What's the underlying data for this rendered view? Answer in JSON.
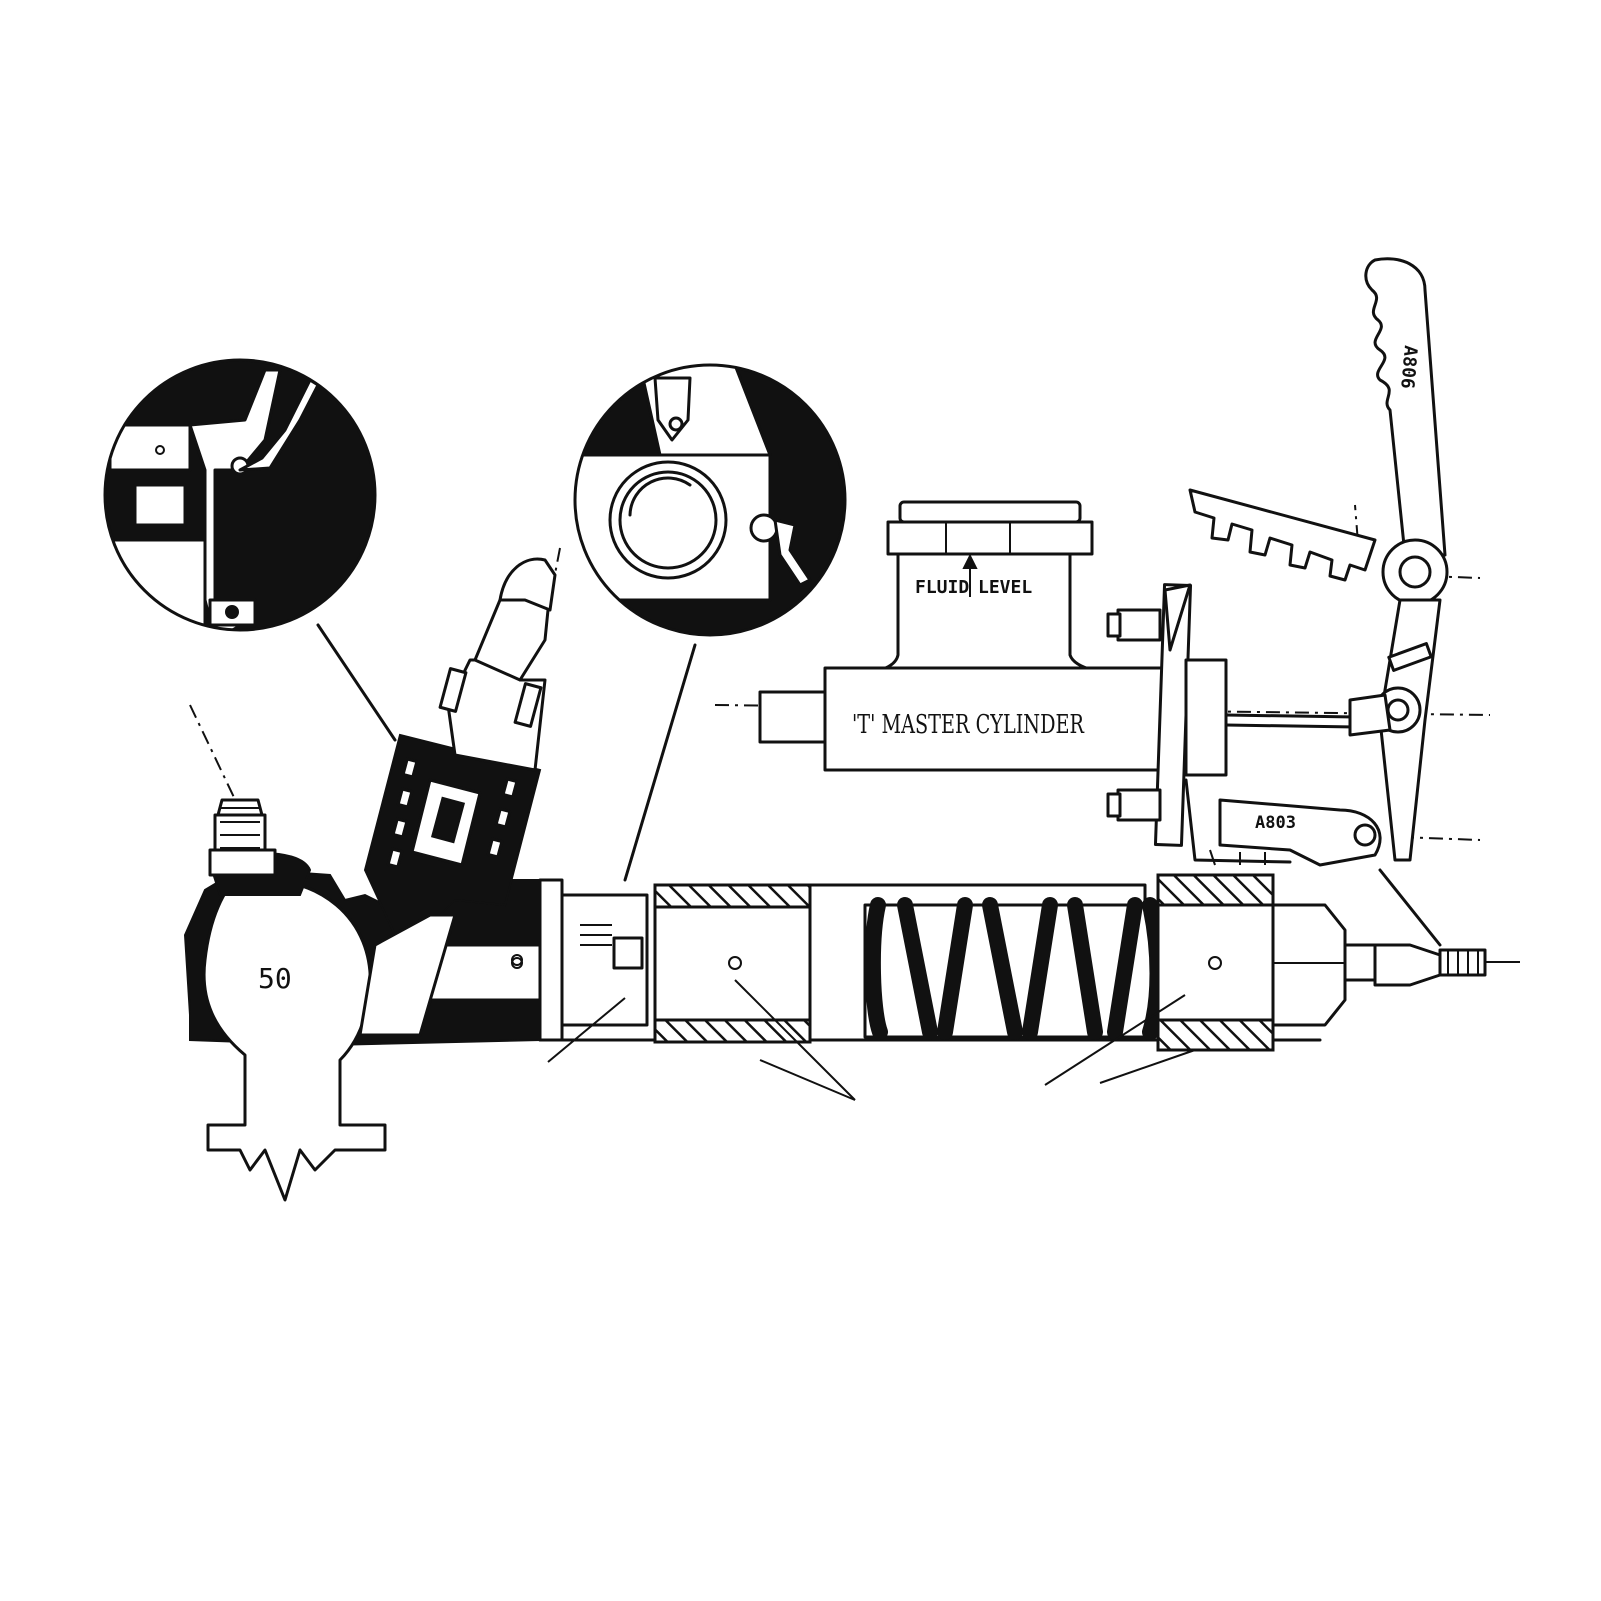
{
  "labels": {
    "fluid_level_left": "FLUID",
    "fluid_level_right": "LEVEL",
    "master_cylinder": "'T' MASTER CYLINDER",
    "part_a806": "A806",
    "part_a803": "A803",
    "part_50": "50"
  },
  "colors": {
    "ink": "#111111",
    "paper": "#ffffff"
  }
}
